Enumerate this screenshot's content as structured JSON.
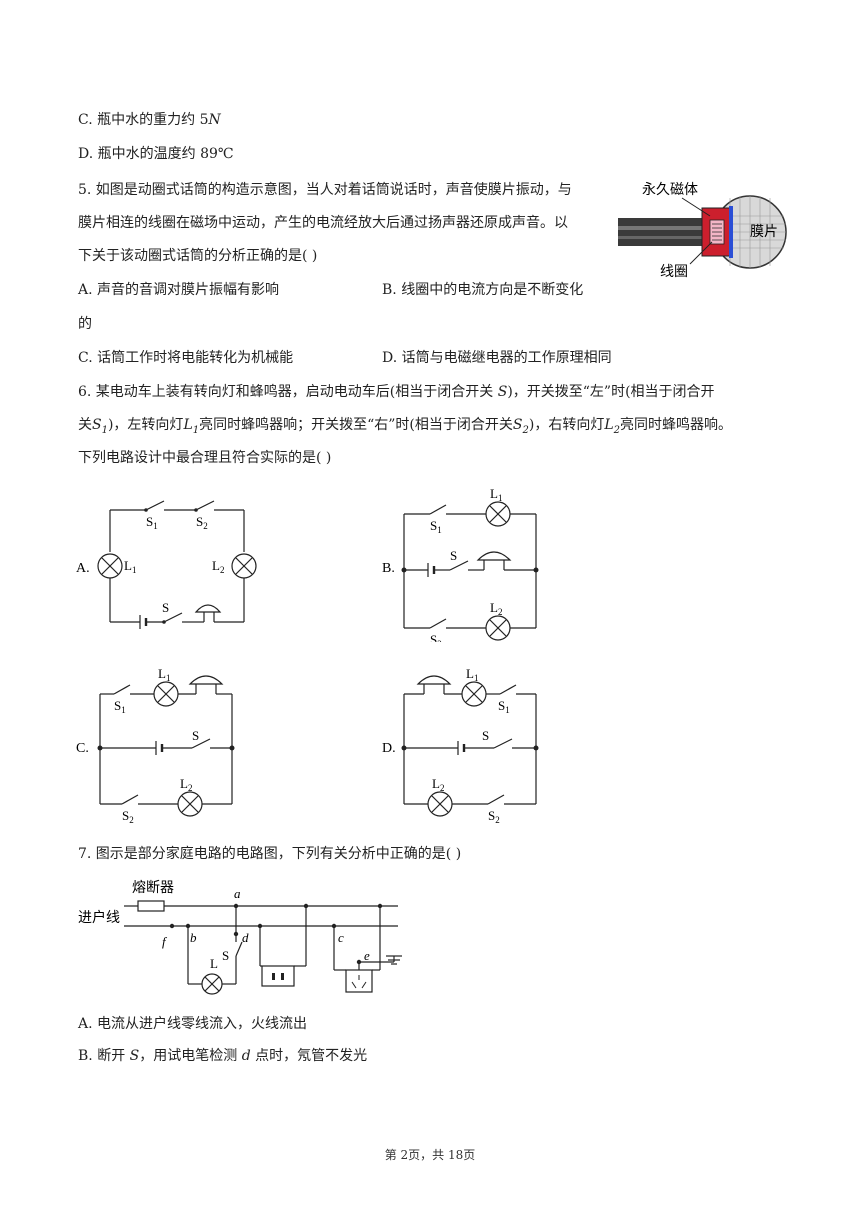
{
  "q4": {
    "optC": "C. 瓶中水的重力约 5",
    "optC_unit": "N",
    "optD": "D. 瓶中水的温度约 89℃"
  },
  "q5": {
    "line1": "5. 如图是动圈式话筒的构造示意图，当人对着话筒说话时，声音使膜片振动，与",
    "line2": "膜片相连的线圈在磁场中运动，产生的电流经放大后通过扬声器还原成声音。以",
    "line3": "下关于该动圈式话筒的分析正确的是(    )",
    "optA": "A. 声音的音调对膜片振幅有影响",
    "optB": "B. 线圈中的电流方向是不断变化",
    "optB_cont": "的",
    "optC": "C. 话筒工作时将电能转化为机械能",
    "optD": "D. 话筒与电磁继电器的工作原理相同",
    "fig_labels": {
      "magnet": "永久磁体",
      "diaphragm": "膜片",
      "coil": "线圈"
    }
  },
  "q6": {
    "l1_a": "6. 某电动车上装有转向灯和蜂鸣器，启动电动车后(相当于闭合开关 ",
    "l1_s": "S",
    "l1_b": ")，开关拨至“左”时(相当于闭合开",
    "l2_a": "关",
    "l2_b": ")，左转向灯",
    "l2_c": "亮同时蜂鸣器响；开关拨至“右”时(相当于闭合开关",
    "l2_d": ")，右转向灯",
    "l2_e": "亮同时蜂鸣器响。",
    "line3": "下列电路设计中最合理且符合实际的是(    )",
    "opts": [
      "A.",
      "B.",
      "C.",
      "D."
    ],
    "labels": {
      "S": "S",
      "L": "L",
      "one": "1",
      "two": "2"
    }
  },
  "q7": {
    "stem": "7. 图示是部分家庭电路的电路图，下列有关分析中正确的是(    )",
    "fig_labels": {
      "fuse": "熔断器",
      "entry": "进户线",
      "a": "a",
      "b": "b",
      "c": "c",
      "d": "d",
      "e": "e",
      "f": "f",
      "L": "L",
      "S": "S"
    },
    "optA": "A. 电流从进户线零线流入，火线流出",
    "optB_a": "B. 断开 ",
    "optB_s": "S",
    "optB_b": "，用试电笔检测 ",
    "optB_d": "d",
    "optB_c": " 点时，氖管不发光"
  },
  "footer": "第 2页，共 18页"
}
